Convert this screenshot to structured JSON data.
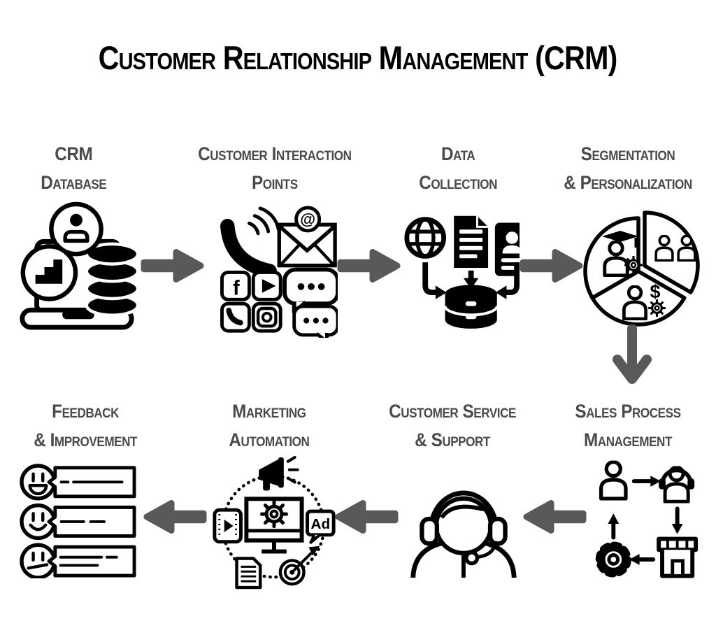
{
  "title": "Customer Relationship Management (CRM)",
  "colors": {
    "background": "#ffffff",
    "title": "#000000",
    "label": "#4a4a4a",
    "arrow": "#595959",
    "icon": "#000000"
  },
  "stages": [
    {
      "name": "crm-database",
      "label": "CRM\nDatabase",
      "icon": "laptop-analytics-database-icon"
    },
    {
      "name": "customer-interaction-points",
      "label": "Customer Interaction\nPoints",
      "icon": "phone-email-social-chat-icons"
    },
    {
      "name": "data-collection",
      "label": "Data\nCollection",
      "icon": "sources-into-database-icon"
    },
    {
      "name": "segmentation-personalization",
      "label": "Segmentation\n& Personalization",
      "icon": "customer-segments-pie-icon"
    },
    {
      "name": "feedback-improvement",
      "label": "Feedback\n& Improvement",
      "icon": "smiley-feedback-list-icon"
    },
    {
      "name": "marketing-automation",
      "label": "Marketing\nAutomation",
      "icon": "campaign-automation-icon"
    },
    {
      "name": "customer-service-support",
      "label": "Customer Service\n& Support",
      "icon": "support-agent-headset-icon"
    },
    {
      "name": "sales-process-management",
      "label": "Sales Process\nManagement",
      "icon": "sales-cycle-icon"
    }
  ],
  "flow_sequence": [
    "crm-database",
    "customer-interaction-points",
    "data-collection",
    "segmentation-personalization",
    "sales-process-management",
    "customer-service-support",
    "marketing-automation",
    "feedback-improvement"
  ],
  "flow_directions": {
    "top_row": "left-to-right",
    "connector": "down",
    "bottom_row": "right-to-left"
  },
  "icon_texts": {
    "at": "@",
    "facebook_f": "f",
    "ad": "Ad",
    "dollar": "$"
  }
}
